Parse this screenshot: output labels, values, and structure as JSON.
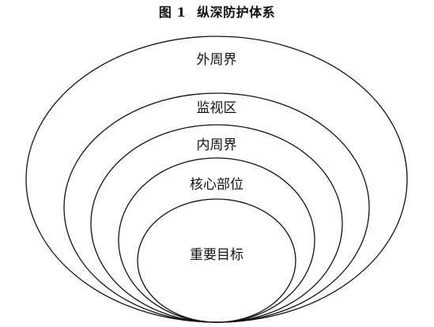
{
  "figure": {
    "number": "图 1",
    "title": "纵深防护体系"
  },
  "zones": [
    {
      "id": "outer-perimeter",
      "label": "外周界"
    },
    {
      "id": "surveillance-zone",
      "label": "监视区"
    },
    {
      "id": "inner-perimeter",
      "label": "内周界"
    },
    {
      "id": "core-area",
      "label": "核心部位"
    },
    {
      "id": "key-target",
      "label": "重要目标"
    }
  ],
  "colors": {
    "stroke": "#111111",
    "background": "#ffffff",
    "text": "#111111"
  }
}
